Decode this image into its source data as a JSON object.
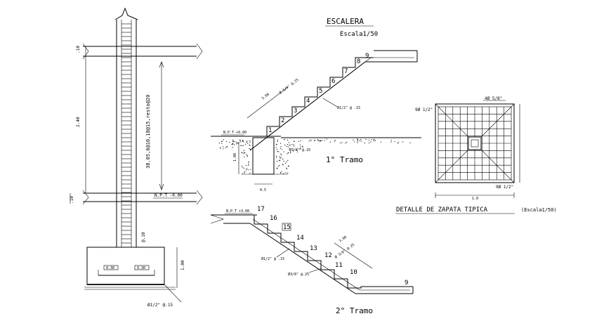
{
  "title": "ESCALERA",
  "scale_text": "Escala1/50",
  "tramo1_label": "1° Tramo",
  "tramo2_label": "2° Tramo",
  "zapata_title": "DETALLE DE ZAPATA TIPICA",
  "zapata_scale": "(Escala1/50)",
  "column_rebar_text": "38.05,6@10,18@15,resto@20",
  "column_tie_text": "@.10",
  "column_npt_label": "N.P.T -0.00",
  "column_bottom_label": "Ø1/2\" @.15",
  "tramo1_npt": "N.P.T +0.00",
  "tramo1_bar_label": "Ø1/2\" @ .15",
  "tramo1_top_bar": "Ø 3/8\" @.25",
  "tramo1_base_bar": "Ø3/8\" @.25",
  "tramo2_npt": "N.P.T +3.00",
  "tramo2_bar_label": "Ø1/2\" @ .15",
  "tramo2_bottom_bar": "Ø3/8\" @.25",
  "tramo2_top_bar": "Ø 3/8\" @.25",
  "zapata_bar_top": "4Ø 5/8\"",
  "zapata_bar_left": "9Ø 1/2\"",
  "zapata_bar_right": "9Ø 1/2\"",
  "tramo1_steps": [
    "1",
    "2",
    "3",
    "4",
    "5",
    "6",
    "7",
    "8",
    "9"
  ],
  "tramo2_steps": [
    "17",
    "16",
    "15",
    "14",
    "13",
    "12",
    "11",
    "10",
    "9"
  ]
}
